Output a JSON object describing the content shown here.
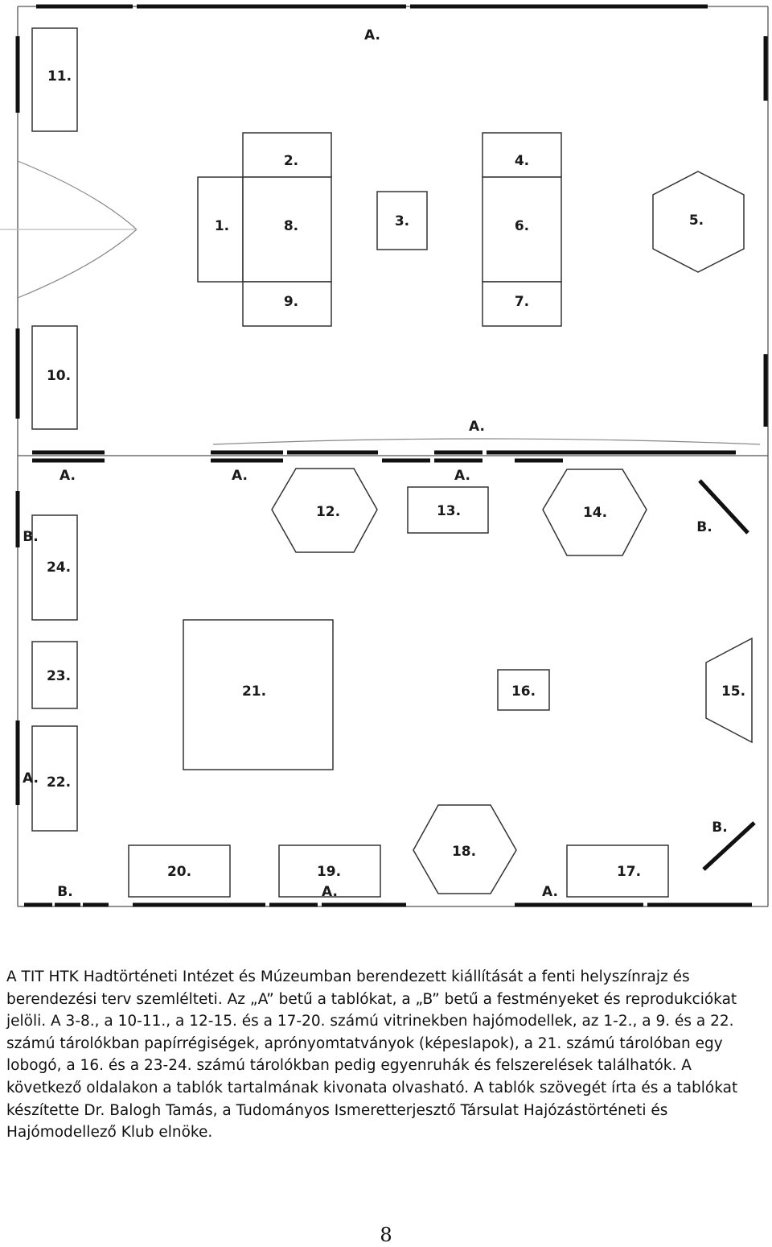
{
  "floor_plan": {
    "walls": {
      "top_label": "A.",
      "divider_label": "A.",
      "left_labels": [
        "A.",
        "A.",
        "B.",
        "A."
      ],
      "right_labels": [
        "B.",
        "B."
      ],
      "bottom_labels": [
        "B.",
        "A.",
        "A."
      ]
    },
    "cases": [
      "1.",
      "2.",
      "3.",
      "4.",
      "5.",
      "6.",
      "7.",
      "8.",
      "9.",
      "10.",
      "11.",
      "12.",
      "13.",
      "14.",
      "15.",
      "16.",
      "17.",
      "18.",
      "19.",
      "20.",
      "21.",
      "22.",
      "23.",
      "24."
    ]
  },
  "caption": "A TIT HTK Hadtörténeti Intézet és Múzeumban berendezett kiállítását a fenti helyszínrajz és berendezési terv szemlélteti. Az „A” betű a tablókat, a „B” betű a festményeket és reprodukciókat jelöli. A 3-8., a 10-11., a 12-15. és a 17-20. számú vitrinekben hajómodellek, az 1-2., a 9. és a 22. számú tárolókban papírrégiségek, aprónyomtatványok (képeslapok), a 21. számú tárolóban egy lobogó, a 16. és a 23-24. számú tárolókban pedig egyenruhák és felszerelések találhatók. A következő oldalakon a tablók tartalmának kivonata olvasható. A tablók szövegét írta és a tablókat készítette Dr. Balogh Tamás, a Tudományos Ismeretterjesztő Társulat Hajózástörténeti és Hajómodellező Klub elnöke.",
  "page_number": "8"
}
